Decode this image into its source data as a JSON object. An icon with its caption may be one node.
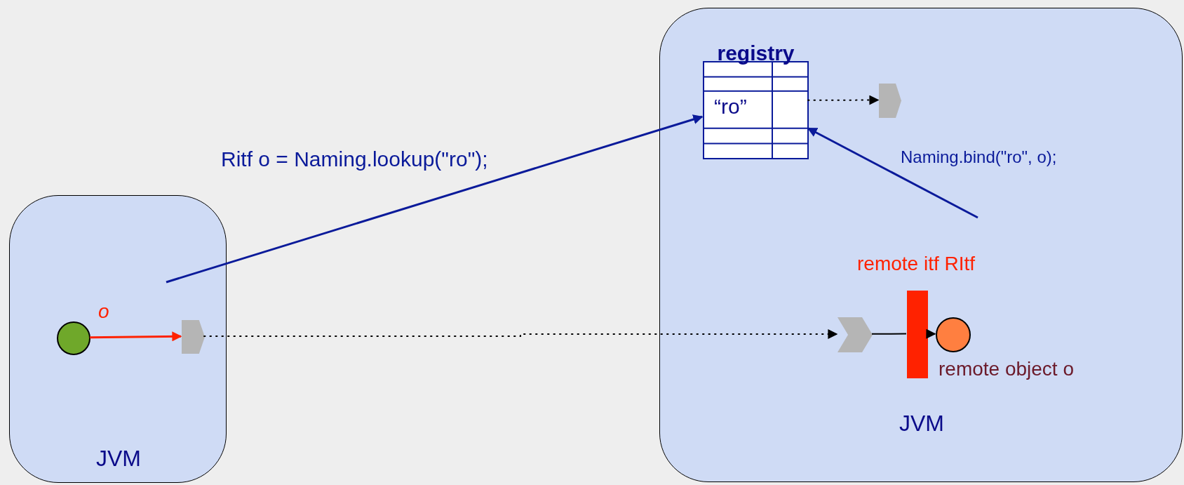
{
  "diagram": {
    "nodes": [
      {
        "text": [
          "JVM"
        ]
      },
      {
        "text": [],
        "shape": "circle",
        "in": 0,
        "beside": [
          "o"
        ]
      },
      {
        "text": [],
        "shape": "box",
        "in": 0
      },
      {
        "text": [
          "JVM"
        ]
      },
      {
        "text": [
          "registry",
          "“ro”"
        ],
        "in": 3
      },
      {
        "text": [],
        "shape": "box",
        "in": 3
      },
      {
        "text": [],
        "shape": "chevron",
        "in": 3
      },
      {
        "text": [],
        "shape": "bar",
        "in": 3,
        "beside": [
          "remote itf RItf"
        ]
      },
      {
        "text": [],
        "shape": "circle",
        "in": 3,
        "beside": [
          "remote object o"
        ]
      }
    ],
    "edges": [
      {
        "from": 1,
        "to": 2,
        "arrow": "to",
        "color": "#ff2200"
      },
      {
        "from": 2,
        "to": 6,
        "arrow": "to",
        "style": "dashed"
      },
      {
        "from": 4,
        "to": 5,
        "arrow": "to",
        "style": "dashed"
      },
      {
        "from": null,
        "to": 4,
        "arrow": "to",
        "label": "Ritf o = Naming.lookup(\"ro\");",
        "color": "#0a1a9a"
      },
      {
        "from": null,
        "to": 4,
        "arrow": "to",
        "label": "Naming.bind(\"ro\", o);",
        "color": "#0a1a9a"
      },
      {
        "from": 6,
        "to": 7,
        "arrow": "none"
      },
      {
        "from": 7,
        "to": 8,
        "arrow": "to"
      }
    ]
  }
}
